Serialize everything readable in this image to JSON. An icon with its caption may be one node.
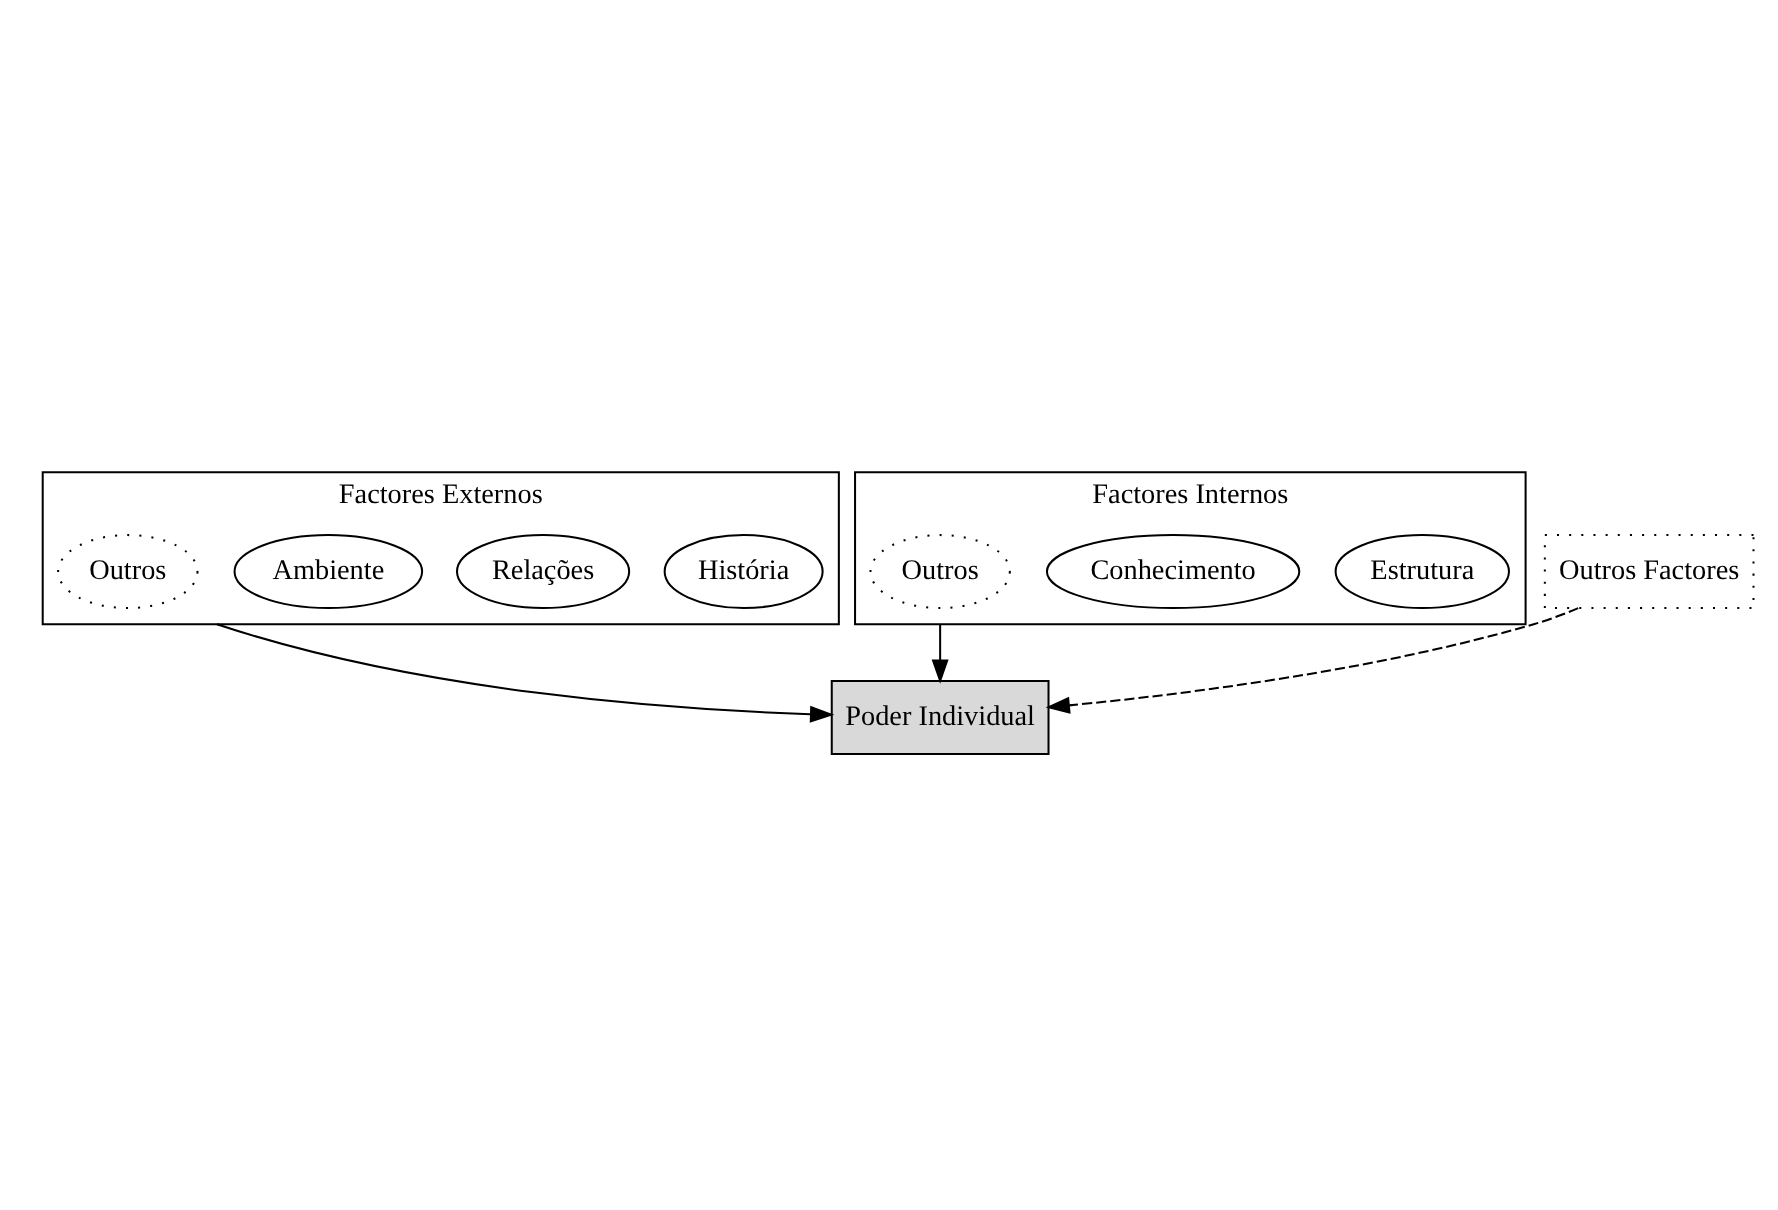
{
  "diagram": {
    "nodes": [
      {
        "text": [
          "Factores Externos"
        ]
      },
      {
        "text": [
          "História"
        ],
        "in": 0
      },
      {
        "text": [
          "Relações"
        ],
        "in": 0
      },
      {
        "text": [
          "Ambiente"
        ],
        "in": 0
      },
      {
        "text": [
          "Outros"
        ],
        "in": 0
      },
      {
        "text": [
          "Factores Internos"
        ]
      },
      {
        "text": [
          "Estrutura"
        ],
        "in": 5
      },
      {
        "text": [
          "Conhecimento"
        ],
        "in": 5
      },
      {
        "text": [
          "Outros"
        ],
        "in": 5
      },
      {
        "text": [
          "Outros Factores"
        ]
      },
      {
        "text": [
          "Poder Individual"
        ]
      }
    ],
    "edges": [
      {
        "from": 0,
        "to": 10,
        "arrow": "to"
      },
      {
        "from": 9,
        "to": 10,
        "arrow": "to",
        "style": "dashed"
      },
      {
        "from": 5,
        "to": 10,
        "arrow": "to"
      }
    ]
  }
}
